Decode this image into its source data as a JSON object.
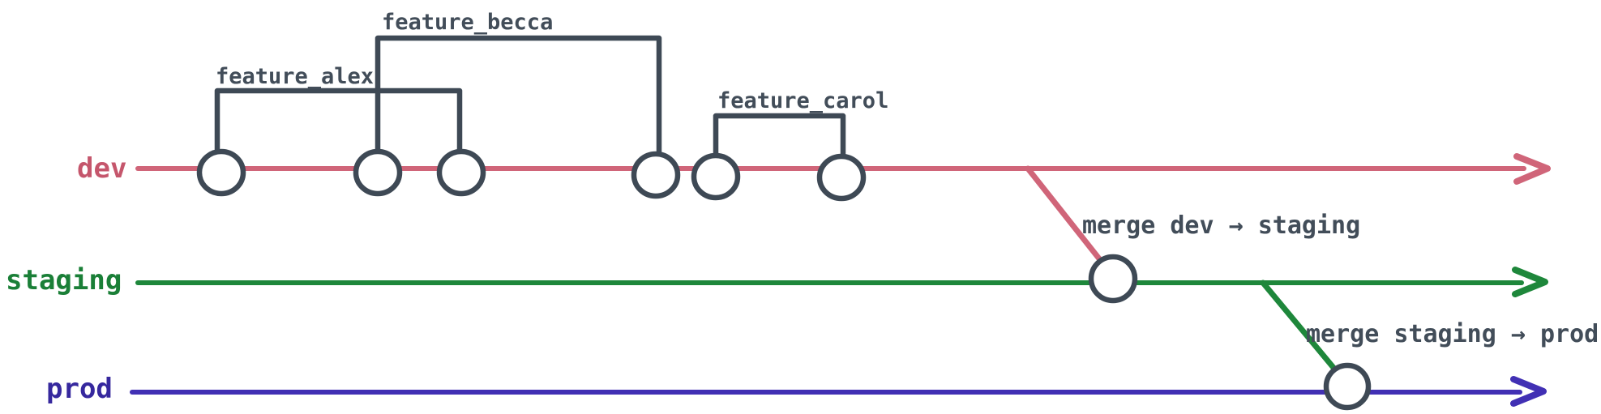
{
  "colors": {
    "dev_line": "#d06579",
    "dev_label": "#c5566c",
    "staging_line": "#1e873b",
    "staging_label": "#1a7f37",
    "prod_line": "#4130b4",
    "prod_label": "#36289e",
    "node_stroke": "#3e4955",
    "node_fill": "#ffffff",
    "bracket_stroke": "#3e4955",
    "annotation_text": "#424d59"
  },
  "branches": {
    "dev": {
      "label": "dev",
      "commit_count": 6
    },
    "staging": {
      "label": "staging",
      "merge_commit_count": 1
    },
    "prod": {
      "label": "prod",
      "merge_commit_count": 1
    }
  },
  "features": {
    "alex": {
      "label": "feature_alex",
      "commits_spanned": 2
    },
    "becca": {
      "label": "feature_becca",
      "commits_spanned": 2
    },
    "carol": {
      "label": "feature_carol",
      "commits_spanned": 2
    }
  },
  "merges": {
    "dev_to_staging": {
      "label": "merge dev → staging"
    },
    "staging_to_prod": {
      "label": "merge staging → prod"
    }
  }
}
